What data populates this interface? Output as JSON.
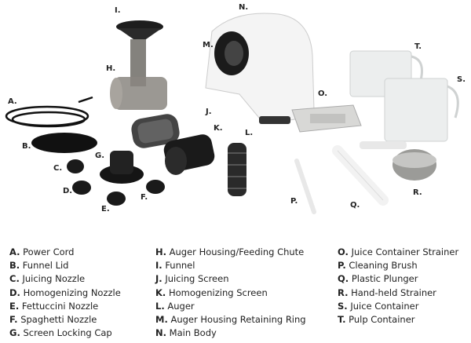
{
  "callouts": [
    "A.",
    "B.",
    "C.",
    "D.",
    "E.",
    "F.",
    "G.",
    "H.",
    "I.",
    "J.",
    "K.",
    "L.",
    "M.",
    "N.",
    "O.",
    "P.",
    "Q.",
    "R.",
    "S.",
    "T."
  ],
  "legend": [
    {
      "letter": "A.",
      "name": "Power Cord"
    },
    {
      "letter": "B.",
      "name": "Funnel Lid"
    },
    {
      "letter": "C.",
      "name": "Juicing Nozzle"
    },
    {
      "letter": "D.",
      "name": "Homogenizing Nozzle"
    },
    {
      "letter": "E.",
      "name": "Fettuccini Nozzle"
    },
    {
      "letter": "F.",
      "name": "Spaghetti Nozzle"
    },
    {
      "letter": "G.",
      "name": "Screen Locking Cap"
    },
    {
      "letter": "H.",
      "name": "Auger Housing/Feeding Chute"
    },
    {
      "letter": "I.",
      "name": "Funnel"
    },
    {
      "letter": "J.",
      "name": "Juicing Screen"
    },
    {
      "letter": "K.",
      "name": "Homogenizing Screen"
    },
    {
      "letter": "L.",
      "name": "Auger"
    },
    {
      "letter": "M.",
      "name": "Auger Housing Retaining Ring"
    },
    {
      "letter": "N.",
      "name": "Main Body"
    },
    {
      "letter": "O.",
      "name": "Juice Container Strainer"
    },
    {
      "letter": "P.",
      "name": "Cleaning Brush"
    },
    {
      "letter": "Q.",
      "name": "Plastic Plunger"
    },
    {
      "letter": "R.",
      "name": "Hand-held Strainer"
    },
    {
      "letter": "S.",
      "name": "Juice Container"
    },
    {
      "letter": "T.",
      "name": "Pulp Container"
    }
  ],
  "colors": {
    "dark": "#1c1c1c",
    "body": "#f4f4f4",
    "clear": "#eceeee"
  }
}
